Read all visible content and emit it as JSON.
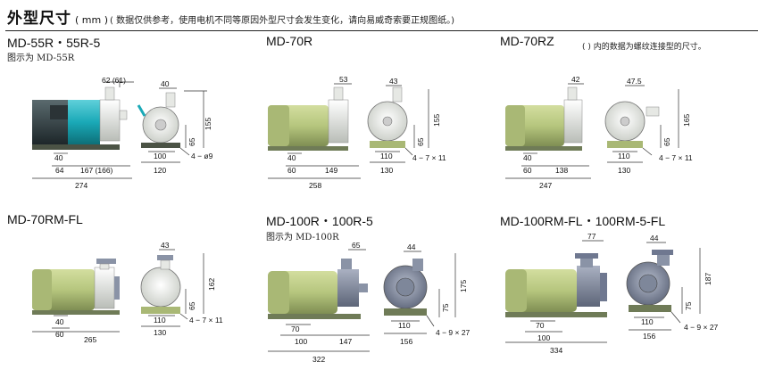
{
  "header": {
    "title": "外型尺寸",
    "unit": "( mm )",
    "note": "( 数据仅供参考，使用电机不同等原因外型尺寸会发生变化，请向易威奇索要正规图纸。)"
  },
  "thread_note": "(  ) 内的数据为螺纹连接型的尺寸。",
  "colors": {
    "motor": "#b9c889",
    "motor_dark": "#8d9c5e",
    "pump_teal": "#1aa9b7",
    "pump_white": "#e9ece8",
    "pump_gray": "#8a93a6",
    "base": "#6f7b57"
  },
  "models": [
    {
      "name": "MD-55R・55R-5",
      "subtitle": "图示为 MD-55R",
      "dims": {
        "d1": "62 (61)",
        "d2": "40",
        "d3": "155",
        "d4": "65",
        "d5": "40",
        "d6": "64",
        "d7": "167 (166)",
        "d8": "100",
        "d9": "120",
        "d10": "274",
        "hole": "4 − ø9"
      }
    },
    {
      "name": "MD-70R",
      "dims": {
        "d1": "53",
        "d2": "43",
        "d3": "155",
        "d4": "65",
        "d5": "40",
        "d6": "60",
        "d7": "149",
        "d8": "110",
        "d9": "130",
        "d10": "258",
        "hole": "4 − 7 × 11"
      }
    },
    {
      "name": "MD-70RZ",
      "dims": {
        "d1": "42",
        "d2": "47.5",
        "d3": "165",
        "d4": "65",
        "d5": "40",
        "d6": "60",
        "d7": "138",
        "d8": "110",
        "d9": "130",
        "d10": "247",
        "hole": "4 − 7 × 11"
      }
    },
    {
      "name": "MD-70RM-FL",
      "dims": {
        "d2": "43",
        "d3": "162",
        "d4": "65",
        "d5": "40",
        "d6": "60",
        "d8": "110",
        "d9": "130",
        "d10": "265",
        "hole": "4 − 7 × 11"
      }
    },
    {
      "name": "MD-100R・100R-5",
      "subtitle": "图示为 MD-100R",
      "dims": {
        "d1": "65",
        "d2": "44",
        "d3": "175",
        "d4": "75",
        "d5": "70",
        "d6": "100",
        "d7": "147",
        "d8": "110",
        "d9": "156",
        "d10": "322",
        "hole": "4 − 9 × 27"
      }
    },
    {
      "name": "MD-100RM-FL・100RM-5-FL",
      "dims": {
        "d1": "77",
        "d2": "44",
        "d3": "187",
        "d4": "75",
        "d5": "70",
        "d6": "100",
        "d8": "110",
        "d9": "156",
        "d10": "334",
        "hole": "4 − 9 × 27"
      }
    }
  ]
}
